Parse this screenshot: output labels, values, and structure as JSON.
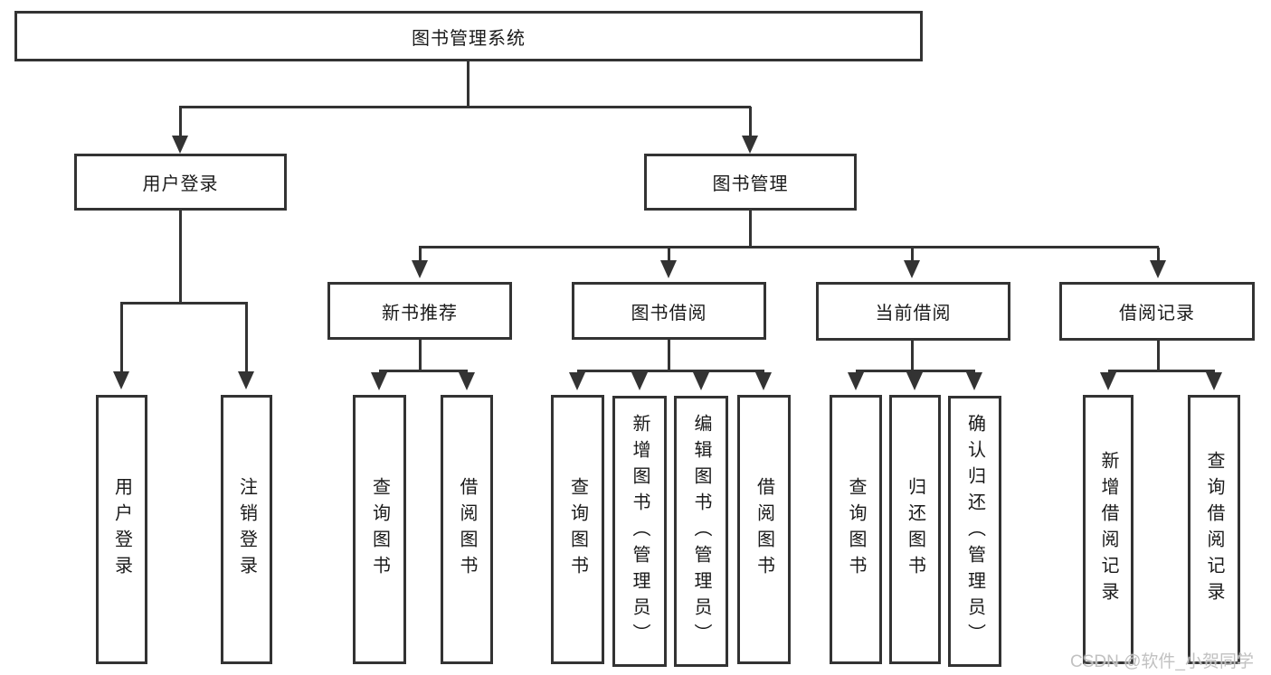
{
  "diagram": {
    "root": {
      "label": "图书管理系统"
    },
    "user_login": {
      "label": "用户登录",
      "children": {
        "login": "用户登录",
        "logout": "注销登录"
      }
    },
    "book_management": {
      "label": "图书管理",
      "children": {
        "new_book_recommend": {
          "label": "新书推荐",
          "children": {
            "query_books": "查询图书",
            "borrow_books": "借阅图书"
          }
        },
        "book_borrowing": {
          "label": "图书借阅",
          "children": {
            "query_books": "查询图书",
            "add_books_admin": "新增图书（管理员）",
            "edit_books_admin": "编辑图书（管理员）",
            "borrow_books": "借阅图书"
          }
        },
        "current_borrowing": {
          "label": "当前借阅",
          "children": {
            "query_books": "查询图书",
            "return_books": "归还图书",
            "confirm_return_admin": "确认归还（管理员）"
          }
        },
        "borrowing_records": {
          "label": "借阅记录",
          "children": {
            "add_borrow_record": "新增借阅记录",
            "query_borrow_record": "查询借阅记录"
          }
        }
      }
    }
  },
  "watermark": "CSDN @软件_小贺同学",
  "colors": {
    "line": "#333333",
    "box_border": "#333333",
    "text": "#1a1a1a",
    "watermark": "#bebebe",
    "background": "#ffffff"
  }
}
